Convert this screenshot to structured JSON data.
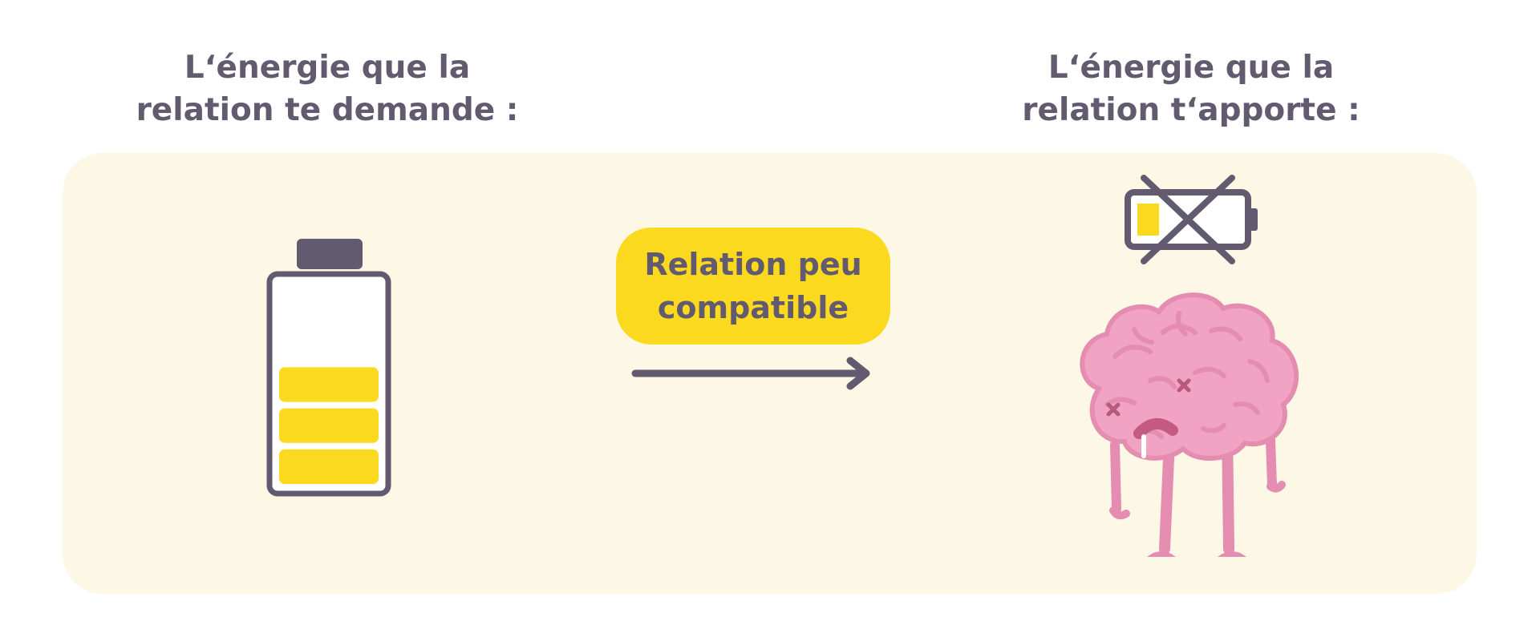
{
  "left_heading": "L‘énergie que la\nrelation te demande :",
  "right_heading": "L‘énergie que la\nrelation t‘apporte :",
  "verdict": "Relation peu\ncompatible",
  "battery_demand": {
    "charge_level_bars": 3,
    "total_bars": 5
  },
  "battery_supply": {
    "charge_level_fraction": 0.2,
    "crossed_out": true
  },
  "colors": {
    "text": "#625a6f",
    "accent_yellow": "#fad91f",
    "panel_background": "#fdf8e6",
    "brain_pink": "#f0a3c2"
  },
  "icons": {
    "battery_demand": "battery-three-bars-icon",
    "battery_supply": "battery-low-crossed-icon",
    "arrow": "arrow-right-icon",
    "brain": "sad-brain-character-icon"
  }
}
